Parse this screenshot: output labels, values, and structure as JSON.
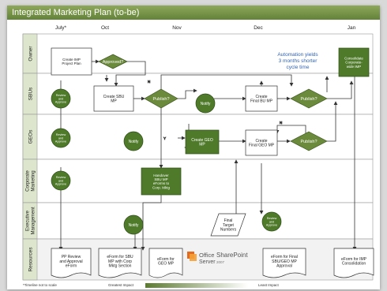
{
  "title": "Integrated Marketing Plan (to-be)",
  "months": [
    "July*",
    "Oct",
    "Nov",
    "Dec",
    "Jan"
  ],
  "lanes": [
    "Owner",
    "SBUs",
    "GEOs",
    "Corporate Marketing",
    "Executive Management",
    "Resources"
  ],
  "nodes": {
    "create_imp": [
      "Create IMP",
      "Project Plan"
    ],
    "approved": [
      "Approved?"
    ],
    "create_sbu_mp": [
      "Create SBU",
      "MP"
    ],
    "publish_sbu": [
      "Publish?"
    ],
    "create_final_bu": [
      "Create",
      "Final BU MP"
    ],
    "publish_bu": [
      "Publish?"
    ],
    "consolidate": [
      "Consolidate",
      "Corporate-",
      "wide IMP"
    ],
    "create_geo_mp": [
      "Create GEO",
      "MP"
    ],
    "create_final_geo": [
      "Create",
      "Final GEO MP"
    ],
    "publish_geo": [
      "Publish?"
    ],
    "handover": [
      "Handover",
      "SBU MP",
      "eForms to",
      "Corp. Mktg"
    ],
    "final_targets": [
      "Final",
      "Target",
      "Numbers"
    ]
  },
  "circles": {
    "review_approve": [
      "Review",
      "and",
      "Approve"
    ],
    "notify": [
      "Notify"
    ]
  },
  "docs": {
    "pp_review": [
      "PP Review",
      "and Approval",
      "eForm"
    ],
    "eform_sbu": [
      "eForm for SBU",
      "MP with Corp",
      "Mktg Section"
    ],
    "eform_geo": [
      "eForm for",
      "GEO MP"
    ],
    "eform_final": [
      "eForm for Final",
      "SBU/GEO MP",
      "Approval"
    ],
    "eform_imp": [
      "eForm for IMP",
      "Consolidation"
    ]
  },
  "edge_labels": {
    "yes": "Y",
    "no": "N"
  },
  "callout": [
    "Automation yields",
    "3 months shorter",
    "cycle time"
  ],
  "sharepoint": {
    "office": "Office",
    "product": "SharePoint",
    "server": "Server",
    "year": "2007"
  },
  "footer": {
    "note": "*Timeline not to scale",
    "greatest": "Greatest Impact",
    "least": "Least Impact"
  },
  "colors": {
    "accent": "#6b8a3c",
    "dark_green": "#4e7a2a",
    "title_bg": "#6f8d43",
    "callout": "#2f64b8",
    "lane_stripe": "#dde6cc"
  }
}
